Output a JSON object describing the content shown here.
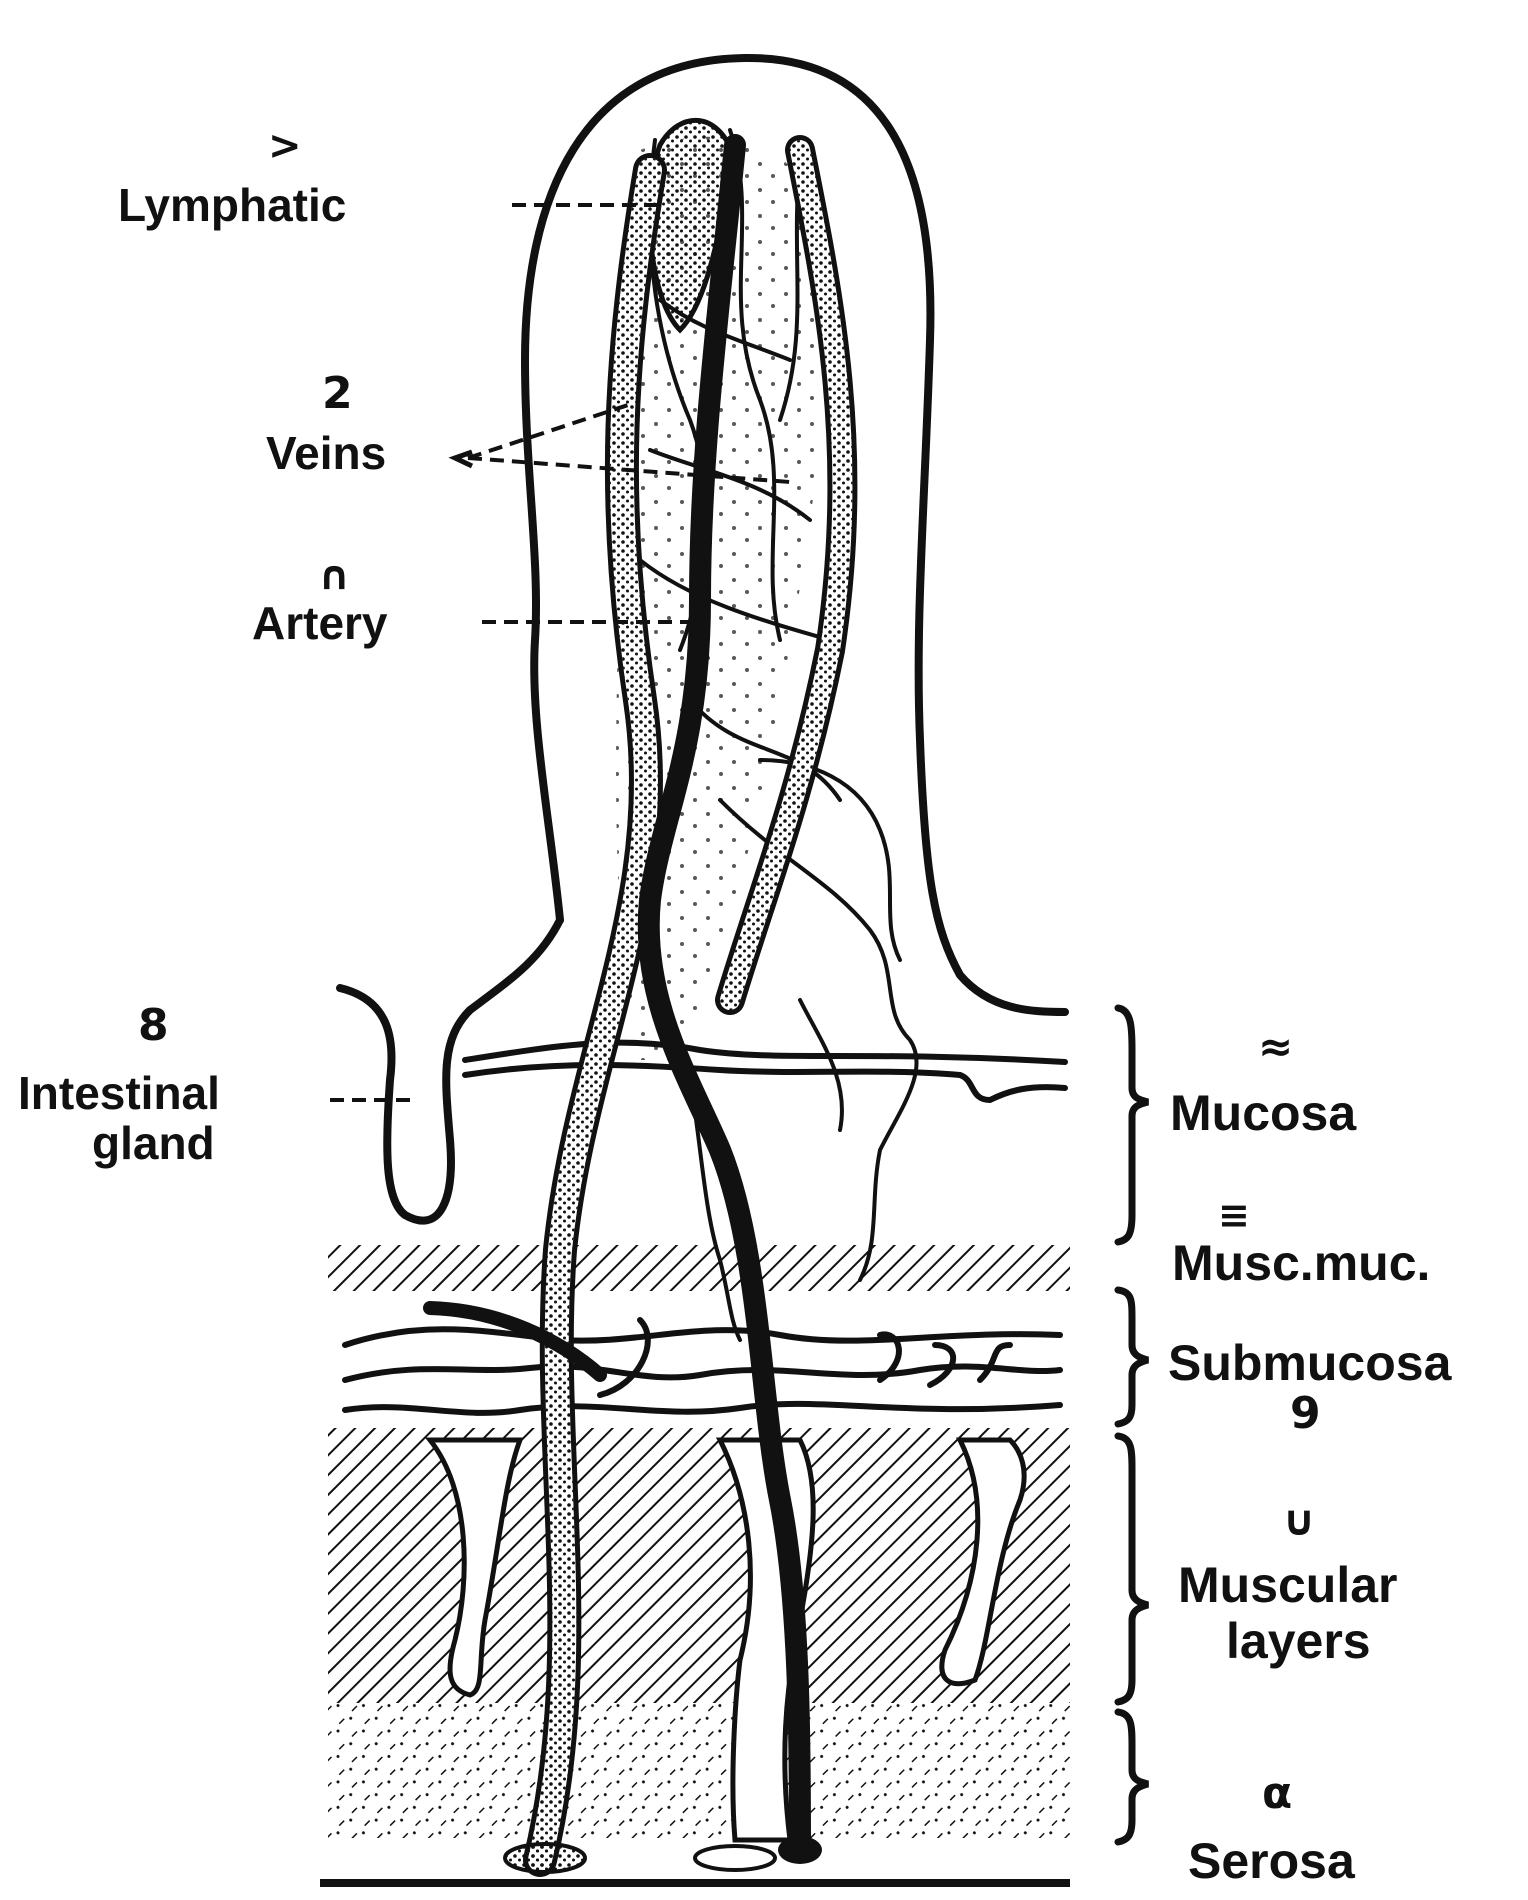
{
  "labels": {
    "lymphatic": {
      "num": "",
      "text": "Lymphatic"
    },
    "veins": {
      "num": "2",
      "text": "Veins"
    },
    "artery": {
      "num": "",
      "text": "Artery"
    },
    "gland": {
      "num": "8",
      "line1": "Intestinal",
      "line2": "gland"
    },
    "mucosa": {
      "text": "Mucosa"
    },
    "musc_muc": {
      "text": "Musc.muc."
    },
    "submucosa": {
      "num": "9",
      "text": "Submucosa"
    },
    "muscular": {
      "line1": "Muscular",
      "line2": "layers"
    },
    "serosa": {
      "text": "Serosa"
    }
  },
  "colors": {
    "ink": "#111111",
    "paper": "#ffffff"
  }
}
